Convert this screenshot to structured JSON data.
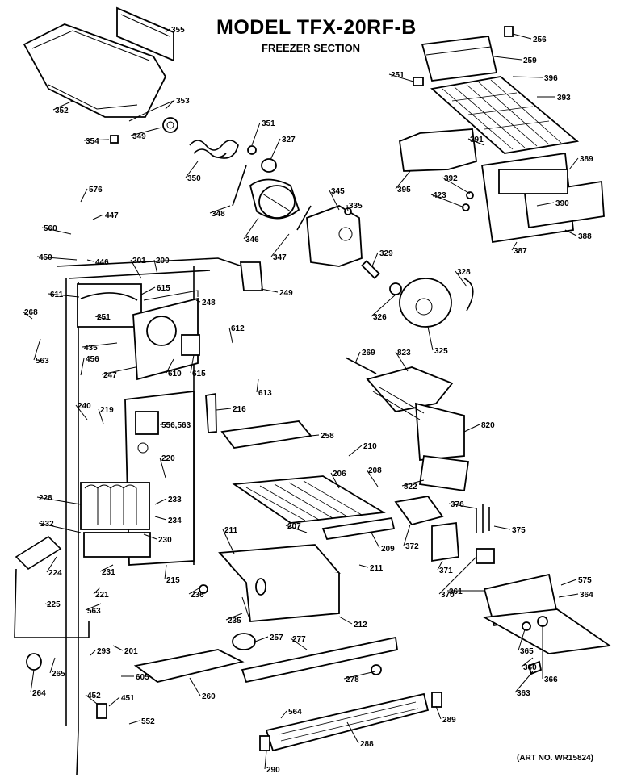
{
  "header": {
    "model": "MODEL TFX-20RF-B",
    "section": "FREEZER SECTION",
    "art_no": "(ART NO. WR15824)"
  },
  "part_numbers": [
    "355",
    "352",
    "353",
    "354",
    "349",
    "350",
    "351",
    "327",
    "348",
    "346",
    "347",
    "345",
    "335",
    "256",
    "259",
    "251",
    "396",
    "393",
    "391",
    "395",
    "392",
    "423",
    "389",
    "390",
    "387",
    "388",
    "576",
    "447",
    "560",
    "450",
    "446",
    "201",
    "200",
    "611",
    "615",
    "251",
    "249",
    "248",
    "268",
    "563",
    "435",
    "456",
    "247",
    "610",
    "615",
    "612",
    "613",
    "329",
    "328",
    "326",
    "325",
    "269",
    "823",
    "820",
    "240",
    "219",
    "216",
    "556,563",
    "258",
    "210",
    "220",
    "208",
    "206",
    "822",
    "228",
    "233",
    "234",
    "376",
    "375",
    "232",
    "230",
    "207",
    "372",
    "211",
    "209",
    "224",
    "231",
    "221",
    "215",
    "236",
    "211",
    "371",
    "370",
    "575",
    "361",
    "364",
    "225",
    "563",
    "235",
    "212",
    "365",
    "366",
    "360",
    "363",
    "257",
    "277",
    "278",
    "201",
    "293",
    "265",
    "264",
    "605",
    "260",
    "452",
    "451",
    "552",
    "564",
    "289",
    "288",
    "290"
  ]
}
